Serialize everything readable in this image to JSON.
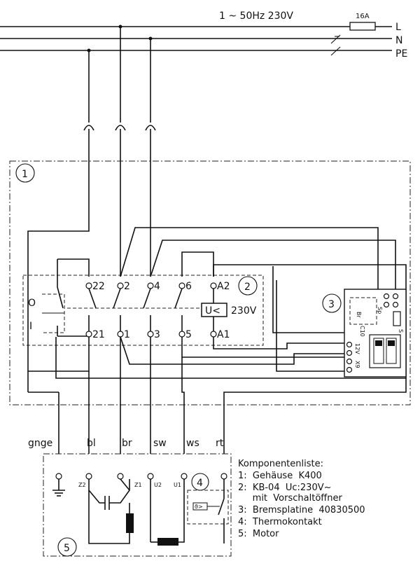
{
  "supply": {
    "spec": "1 ~ 50Hz 230V",
    "fuse": "16A",
    "lines": [
      "L",
      "N",
      "PE"
    ]
  },
  "contactor": {
    "top_terminals": [
      "22",
      "2",
      "4",
      "6",
      "A2"
    ],
    "bottom_terminals": [
      "21",
      "1",
      "3",
      "5",
      "A1"
    ],
    "coil": "U<",
    "coil_voltage": "230V",
    "switch_on": "I",
    "switch_off": "O"
  },
  "brake_board": {
    "pins": [
      "Sp",
      "Br",
      "S",
      "12V",
      "X9",
      "C10"
    ]
  },
  "wire_colors": [
    "gnge",
    "bl",
    "br",
    "sw",
    "ws",
    "rt"
  ],
  "motor": {
    "terminals": [
      "Z2",
      "Z1",
      "U2",
      "U1"
    ],
    "thermal": "ϑ>"
  },
  "markers": [
    "1",
    "2",
    "3",
    "4",
    "5"
  ],
  "legend": {
    "title": "Komponentenliste:",
    "items": [
      "1:  Gehäuse  K400",
      "2:  KB-04  Uc:230V~",
      "     mit  Vorschaltöffner",
      "3:  Bremsplatine  40830500",
      "4:  Thermokontakt",
      "5:  Motor"
    ]
  }
}
